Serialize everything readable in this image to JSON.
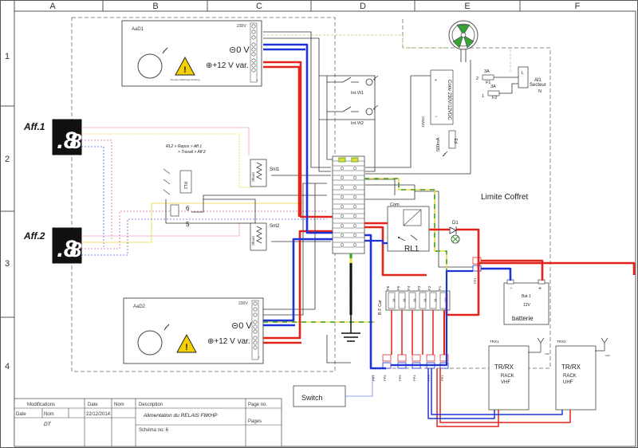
{
  "grid": {
    "columns": [
      "A",
      "B",
      "C",
      "D",
      "E",
      "F"
    ],
    "rows": [
      "1",
      "2",
      "3",
      "4"
    ]
  },
  "labels": {
    "aad1": "AaD1",
    "aad2": "AaD2",
    "zero_v_1": "0 V",
    "plus12_1": "+12 V var.",
    "zero_v_2": "0 V",
    "plus12_2": "+12 V var.",
    "v230_1": "230V",
    "v230_2": "230V",
    "var_1": "Var",
    "var_2": "Var",
    "aff1": "Aff.1",
    "aff2": "Aff.2",
    "rl2_note1": "RL2 > Repos  > Aff.1",
    "rl2_note2": "> Travail  > Aff.2",
    "rl2": "RL2",
    "pin6": "6",
    "pin5": "5",
    "shunt": "Shunt",
    "snt1": "Snt1",
    "snt2": "Snt2",
    "int_vt1": "Int.Vt1",
    "int_vt2": "Int.Vt2",
    "conv": "Conv 230V/12VDC",
    "conv_out": "12VDC",
    "ma500": "500mA",
    "f3": "F3",
    "a3_1": "3A",
    "a3_2": "3A",
    "f1": "F1",
    "f2": "F2",
    "al1": "Al1",
    "secteur": "Secteur",
    "l": "L",
    "n": "N",
    "limite": "Limite Coffret",
    "com": "Com",
    "rl1": "RL1",
    "d1": "D1",
    "fuse_block": "B.F Car",
    "fuses": [
      "F6",
      "F5",
      "F4",
      "F3",
      "F2",
      "F1"
    ],
    "fuse_vals": [
      "2A",
      "2A",
      "2A",
      "2A",
      "2A",
      "20A"
    ],
    "pp": [
      "PP6",
      "PP5",
      "PP4",
      "PP3",
      "PP2",
      "PP1"
    ],
    "pp7": "PP7",
    "bat_name": "Bat 1",
    "bat_v": "12V",
    "batterie": "batterie",
    "trx1": "TRX1",
    "trx2": "TRX2",
    "tr_rx": "TR/RX",
    "rack": "RACK",
    "vhf": "VHF",
    "uhf": "UHF",
    "ant_vhf": "VHF",
    "ant_uhf": "UHF",
    "switch": "Switch",
    "warning": "Attention Warnings Achtung"
  },
  "title_block": {
    "modifications": "Modifications",
    "date": "Date",
    "nom": "Nom",
    "description": "Description",
    "page_no": "Page no.",
    "pages": "Pages",
    "date_val": "22/12/2014",
    "author": "DT",
    "title": "Alimentation du RELAIS F8KHP",
    "schema": "Schéma no: 6"
  },
  "colors": {
    "red": "#e0241b",
    "blue": "#1d33d6",
    "green_yellow": "#5fb42e",
    "yellow": "#e8d840",
    "black": "#111111",
    "grey": "#666666"
  }
}
